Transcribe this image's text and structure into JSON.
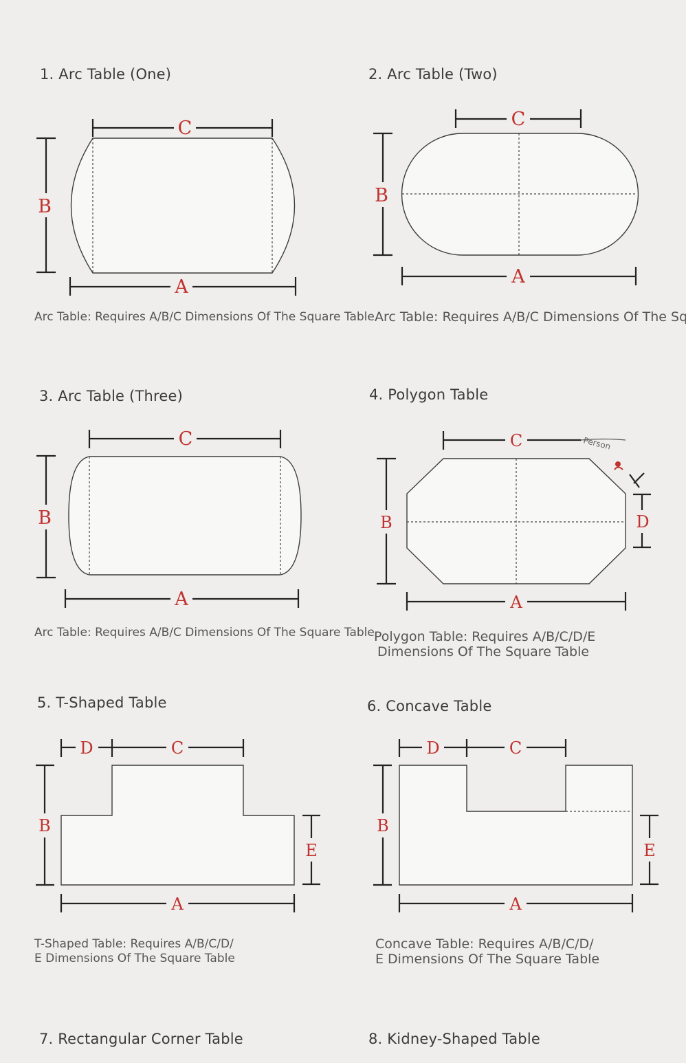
{
  "diagrams": [
    {
      "title": "1. Arc Table (One)",
      "note_lines": [
        "Arc Table: Requires A/B/C Dimensions Of The Square Table"
      ],
      "labels": [
        "A",
        "B",
        "C"
      ]
    },
    {
      "title": "2. Arc Table (Two)",
      "note_lines": [
        "Arc Table: Requires A/B/C Dimensions Of The Squ"
      ],
      "labels": [
        "A",
        "B",
        "C"
      ]
    },
    {
      "title": "3. Arc Table (Three)",
      "note_lines": [
        "Arc Table: Requires A/B/C Dimensions Of The Square Table"
      ],
      "labels": [
        "A",
        "B",
        "C"
      ]
    },
    {
      "title": "4. Polygon Table",
      "note_lines": [
        "Polygon Table: Requires A/B/C/D/E",
        "Dimensions Of The Square Table"
      ],
      "labels": [
        "A",
        "B",
        "C",
        "D"
      ],
      "extra_text": "Person"
    },
    {
      "title": "5. T-Shaped Table",
      "note_lines": [
        "T-Shaped Table: Requires A/B/C/D/",
        "E Dimensions Of The Square Table"
      ],
      "labels": [
        "A",
        "B",
        "C",
        "D",
        "E"
      ]
    },
    {
      "title": "6. Concave Table",
      "note_lines": [
        "Concave Table: Requires A/B/C/D/",
        "E Dimensions Of The Square Table"
      ],
      "labels": [
        "A",
        "B",
        "C",
        "D",
        "E"
      ]
    },
    {
      "title": "7. Rectangular Corner Table",
      "note_lines": [],
      "labels": []
    },
    {
      "title": "8. Kidney-Shaped Table",
      "note_lines": [],
      "labels": []
    }
  ],
  "colors": {
    "label": "#c0322f",
    "line": "#222222",
    "background": "#efeeec",
    "shape_fill": "#f8f8f7"
  }
}
